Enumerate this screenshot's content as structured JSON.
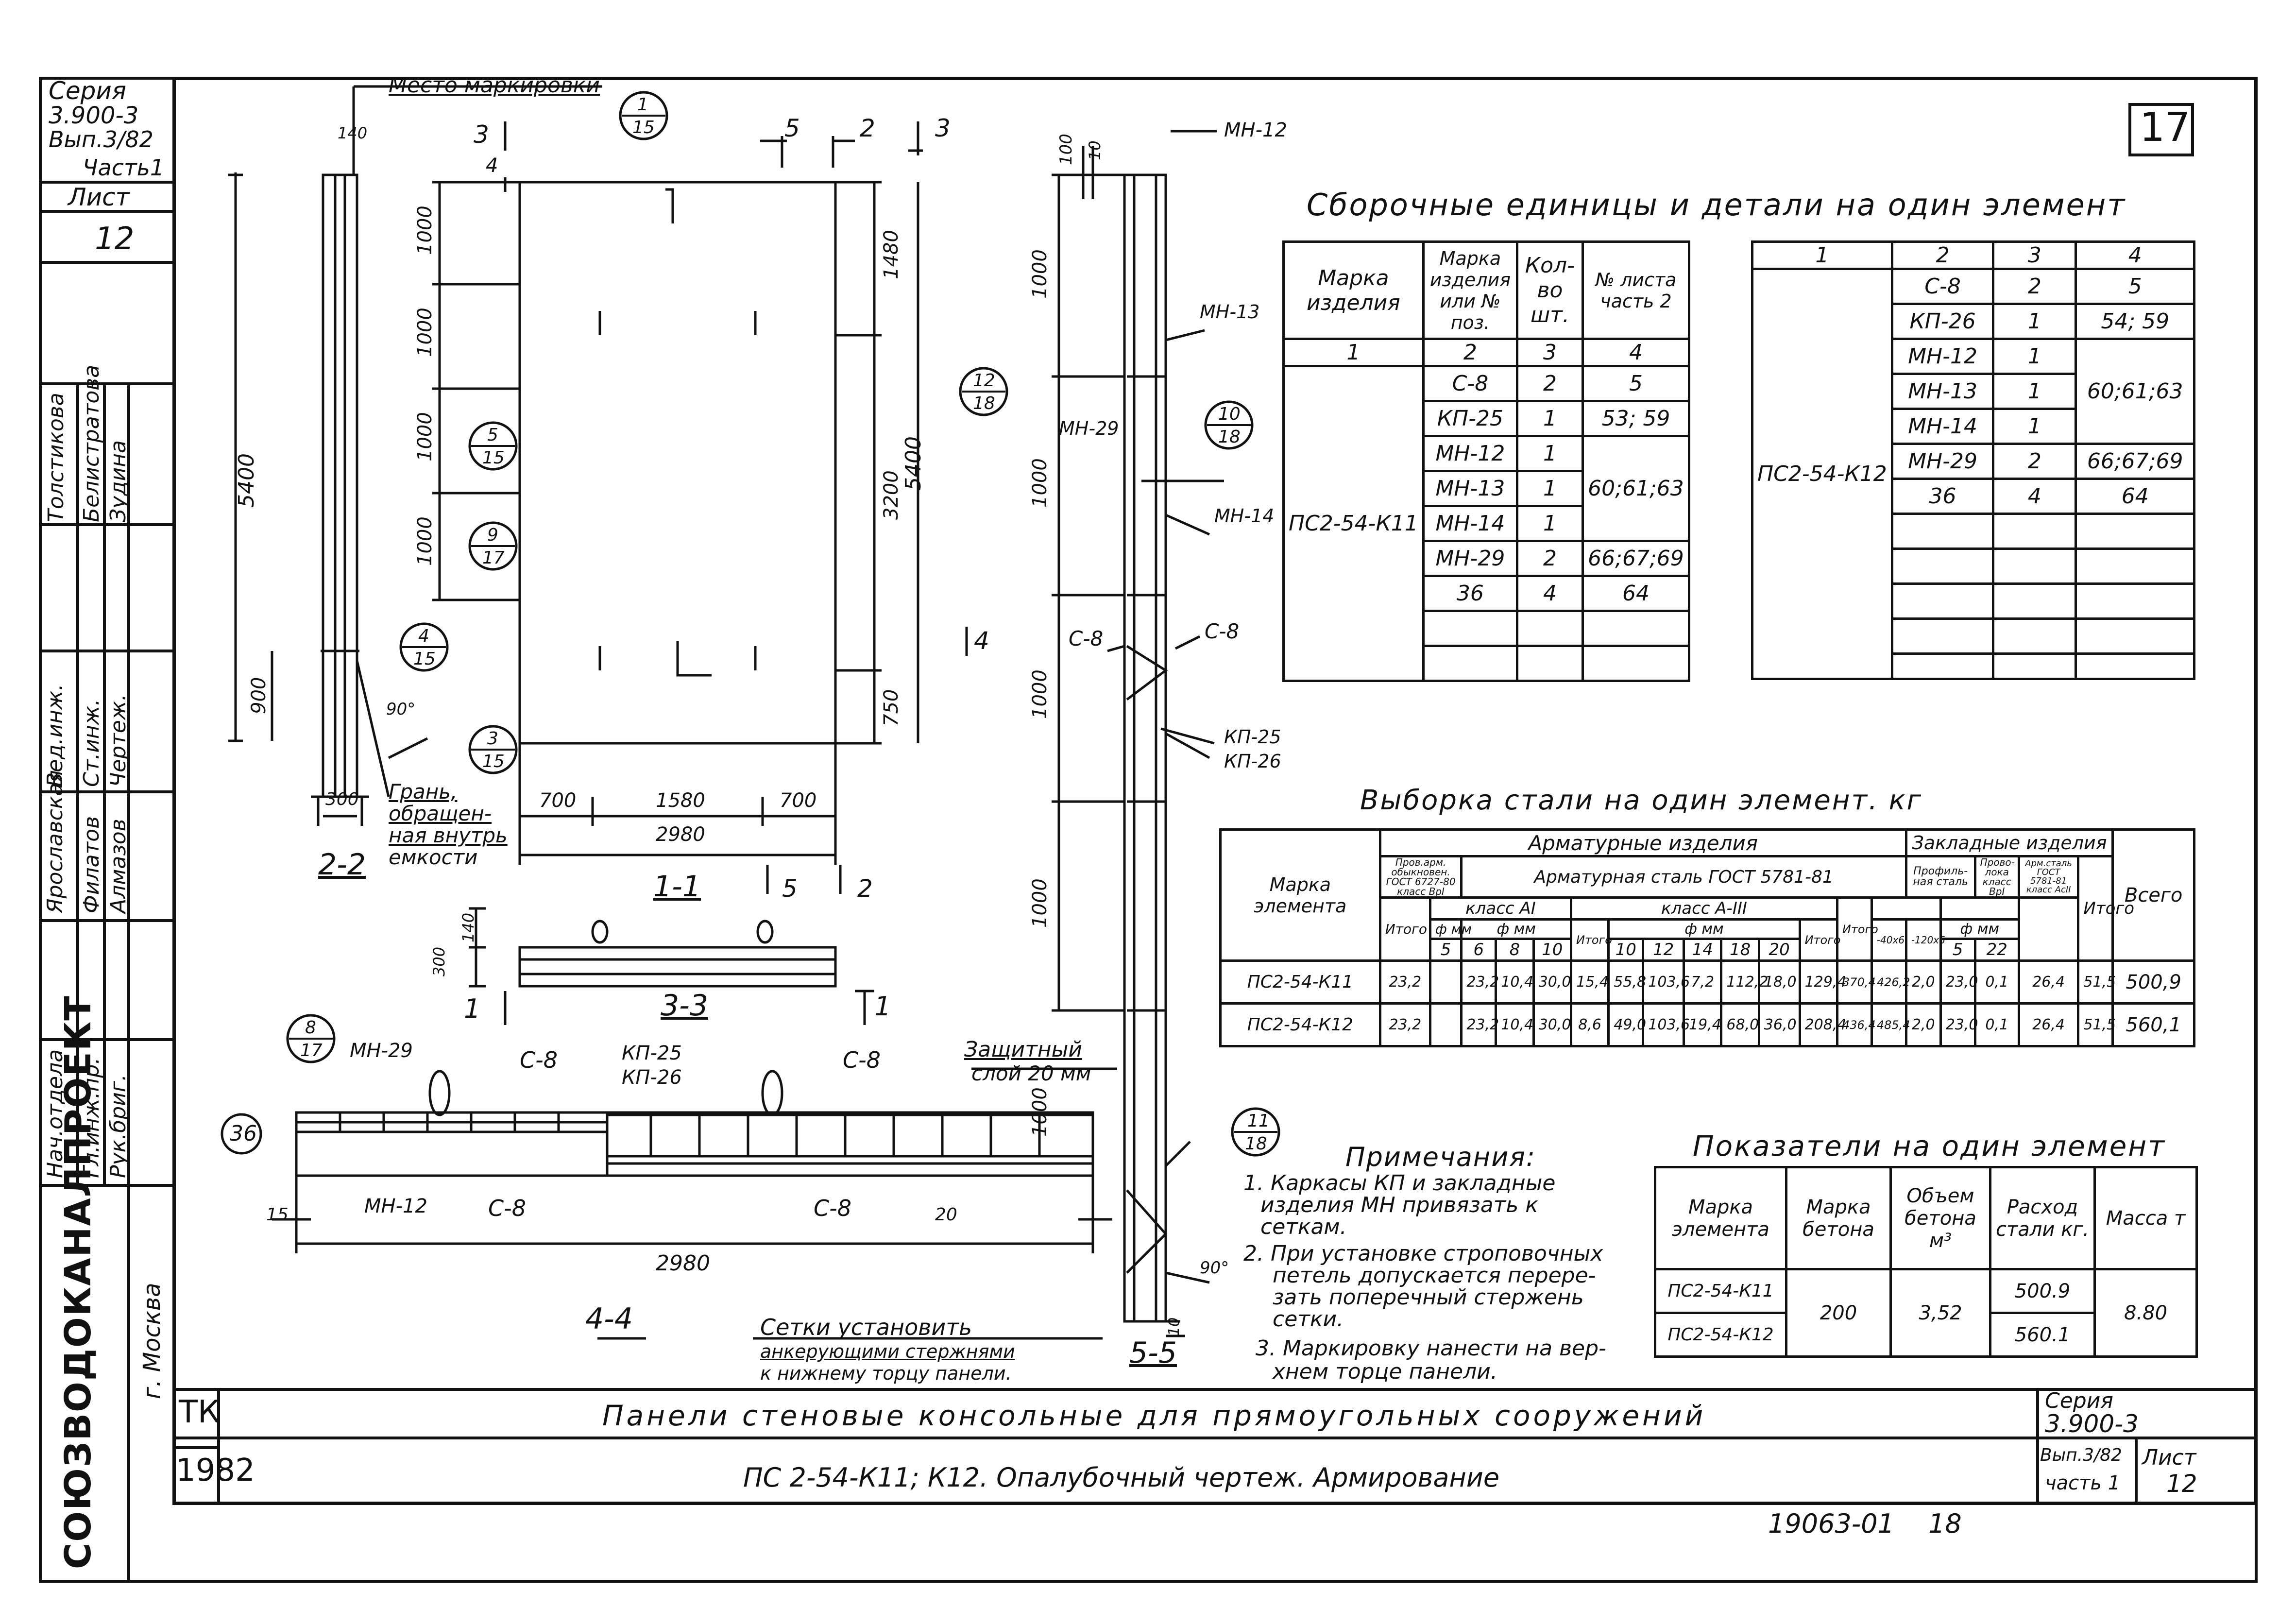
{
  "sheet": {
    "sheet_number_top": "17",
    "left_stamp": {
      "series": "Серия",
      "series_no": "3.900-3",
      "issue": "Вып.3/82",
      "part": "Часть1",
      "list_label": "Лист",
      "list_no": "12"
    },
    "org": "СОЮЗВОДОКАНАЛПРОЕКТ",
    "city": "г. Москва",
    "signers": [
      "Толстикова",
      "Белистратова",
      "Зудина",
      "Вед.инж.",
      "Ст.инж.",
      "Чертеж.",
      "Ярославская",
      "Филатов",
      "Алмазов",
      "Нач.отдела",
      "Гл.инж.пр.",
      "Рук.бриг."
    ],
    "title_block": {
      "tk": "ТК",
      "year": "1982",
      "title": "Панели стеновые консольные для прямоугольных сооружений",
      "subtitle": "ПС 2-54-К11; К12. Опалубочный чертеж. Армирование",
      "series_label": "Серия",
      "series_no": "3.900-3",
      "issue": "Вып.3/82",
      "part": "часть 1",
      "list_label": "Лист",
      "list_no": "12",
      "archive_no": "19063-01",
      "archive_sheet": "18"
    }
  },
  "drawings": {
    "place_of_marking": "Место маркировки",
    "section_2_2": "2-2",
    "section_1_1": "1-1",
    "section_3_3": "3-3",
    "section_4_4": "4-4",
    "section_5_5": "5-5",
    "face_note": [
      "Грань,",
      "обращен-",
      "ная внутрь",
      "емкости"
    ],
    "protective_layer": [
      "Защитный",
      "слой 20 мм"
    ],
    "mesh_note": [
      "Сетки установить",
      "анкерующими стержнями",
      "к нижнему торцу панели."
    ],
    "dims_1_1": [
      "1000",
      "1000",
      "1000",
      "1000",
      "5400",
      "900",
      "1480",
      "3200",
      "5400",
      "750",
      "700",
      "1580",
      "700",
      "2980",
      "140",
      "300",
      "90°"
    ],
    "dims_3_3": [
      "140",
      "300"
    ],
    "dims_4_4": [
      "15",
      "2980",
      "20"
    ],
    "dims_5_5": [
      "100",
      "10",
      "1000",
      "1000",
      "1000",
      "1000",
      "1000",
      "10",
      "90°"
    ],
    "marks": [
      "МН-12",
      "МН-13",
      "МН-29",
      "МН-14",
      "С-8",
      "С-8",
      "КП-25",
      "КП-26",
      "МН-29",
      "С-8",
      "КП-25",
      "КП-26",
      "С-8",
      "МН-12",
      "С-8",
      "С-8"
    ],
    "callouts": [
      {
        "top": "1",
        "bottom": "15"
      },
      {
        "top": "12",
        "bottom": "18"
      },
      {
        "top": "5",
        "bottom": "15"
      },
      {
        "top": "9",
        "bottom": "17"
      },
      {
        "top": "4",
        "bottom": "15"
      },
      {
        "top": "3",
        "bottom": "15"
      },
      {
        "top": "10",
        "bottom": "18"
      },
      {
        "top": "8",
        "bottom": "17"
      },
      {
        "top": "11",
        "bottom": "18"
      },
      {
        "top": "36",
        "bottom": ""
      }
    ],
    "cut_labels": [
      "3",
      "4",
      "5",
      "2",
      "3",
      "4",
      "1",
      "1",
      "5",
      "2"
    ]
  },
  "assembly": {
    "title": "Сборочные единицы и детали на один элемент",
    "header": [
      "Марка изделия",
      "Марка изделия или № поз.",
      "Кол-во шт.",
      "№ листа часть 2"
    ],
    "header_nums": [
      "1",
      "2",
      "3",
      "4"
    ],
    "left_mark": "ПС2-54-К11",
    "right_mark": "ПС2-54-К12",
    "left_rows": [
      [
        "С-8",
        "2",
        "5"
      ],
      [
        "КП-25",
        "1",
        "53; 59"
      ],
      [
        "МН-12",
        "1",
        ""
      ],
      [
        "МН-13",
        "1",
        "60;61;63"
      ],
      [
        "МН-14",
        "1",
        ""
      ],
      [
        "МН-29",
        "2",
        "66;67;69"
      ],
      [
        "36",
        "4",
        "64"
      ]
    ],
    "right_rows": [
      [
        "С-8",
        "2",
        "5"
      ],
      [
        "КП-26",
        "1",
        "54; 59"
      ],
      [
        "МН-12",
        "1",
        ""
      ],
      [
        "МН-13",
        "1",
        "60;61;63"
      ],
      [
        "МН-14",
        "1",
        ""
      ],
      [
        "МН-29",
        "2",
        "66;67;69"
      ],
      [
        "36",
        "4",
        "64"
      ]
    ]
  },
  "steel": {
    "title": "Выборка стали на один элемент. кг",
    "h_reinf": "Арматурные изделия",
    "h_embed": "Закладные изделия",
    "h_mark": "Марка элемента",
    "h_wire": "Пров.арм. обыкновен. ГОСТ 6727-80 класс ВрI",
    "h_steel": "Арматурная сталь ГОСТ 5781-81",
    "h_AI": "класс AI",
    "h_AIII": "класс A-III",
    "h_prof": "Профиль- ная сталь",
    "h_wire2": "Прово- лока класс ВрI",
    "h_steel2": "Арм.сталь ГОСТ 5781-81 класс АсII",
    "h_total": "Итого",
    "h_all": "Всего",
    "h_phi": "ф мм",
    "diam_wire": "5",
    "diam_AI": [
      "6",
      "8",
      "10"
    ],
    "diam_AIII": [
      "10",
      "12",
      "14",
      "18",
      "20"
    ],
    "prof": [
      "-40х6",
      "-120х6"
    ],
    "diam_embed": [
      "5",
      "22"
    ],
    "rows": [
      {
        "mark": "ПС2-54-К11",
        "w5": "23,2",
        "t1": "23,2",
        "a": [
          "10,4",
          "30,0",
          "15,4"
        ],
        "t2": "55,8",
        "b": [
          "103,6",
          "7,2",
          "112,2",
          "18,0",
          "129,4"
        ],
        "t3": "370,4",
        "t4": "426,2",
        "p": [
          "2,0",
          "23,0"
        ],
        "e5": "0,1",
        "e22": "26,4",
        "t5": "51,5",
        "all": "500,9"
      },
      {
        "mark": "ПС2-54-К12",
        "w5": "23,2",
        "t1": "23,2",
        "a": [
          "10,4",
          "30,0",
          "8,6"
        ],
        "t2": "49,0",
        "b": [
          "103,6",
          "19,4",
          "68,0",
          "36,0",
          "208,4"
        ],
        "t3": "436,4",
        "t4": "485,4",
        "p": [
          "2,0",
          "23,0"
        ],
        "e5": "0,1",
        "e22": "26,4",
        "t5": "51,5",
        "all": "560,1"
      }
    ]
  },
  "notes": {
    "title": "Примечания:",
    "lines": [
      "1. Каркасы КП и закладные",
      "изделия МН привязать к",
      "сеткам.",
      "2. При установке строповочных",
      "петель допускается переpe-",
      "зать поперечный стержень",
      "сетки.",
      "3. Маркировку нанести на вер-",
      "хнем торце панели."
    ]
  },
  "indicators": {
    "title": "Показатели на один элемент",
    "header": [
      "Марка элемента",
      "Марка бетона",
      "Объем бетона м³",
      "Расход стали кг.",
      "Масса т"
    ],
    "rows": [
      [
        "ПС2-54-К11",
        "200",
        "3,52",
        "500.9",
        "8.80"
      ],
      [
        "ПС2-54-К12",
        "",
        "",
        "560.1",
        ""
      ]
    ]
  }
}
